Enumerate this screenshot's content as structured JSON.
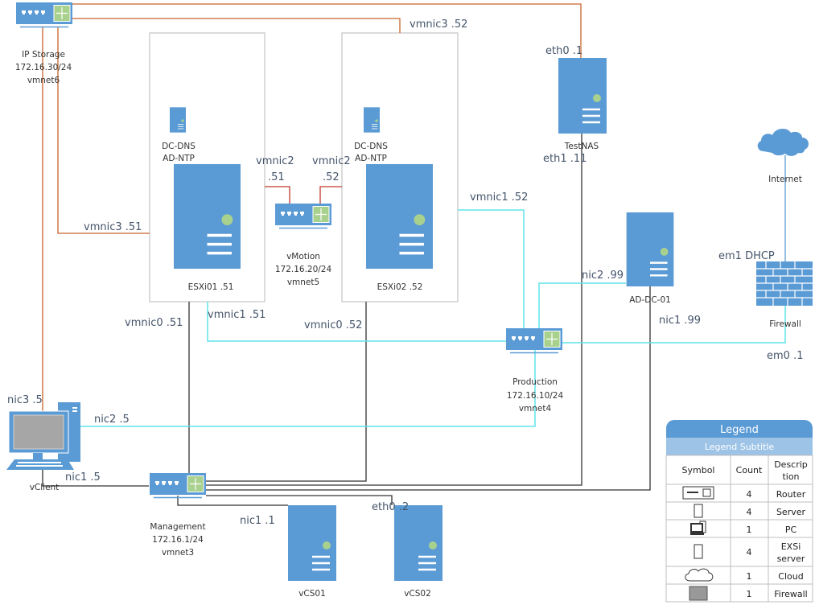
{
  "colors": {
    "device_blue": "#5b9bd5",
    "router_green": "#a9d18e",
    "storage_link": "#c8652a",
    "production_link": "#5fe3e8",
    "management_link": "#333333",
    "vmotion_link": "#c0392b"
  },
  "networks": {
    "ip_storage": {
      "name": "IP Storage",
      "subnet": "172.16.30/24",
      "vmnet": "vmnet6"
    },
    "vmotion": {
      "name": "vMotion",
      "subnet": "172.16.20/24",
      "vmnet": "vmnet5"
    },
    "production": {
      "name": "Production",
      "subnet": "172.16.10/24",
      "vmnet": "vmnet4"
    },
    "management": {
      "name": "Management",
      "subnet": "172.16.1/24",
      "vmnet": "vmnet3"
    }
  },
  "hosts": {
    "esxi01": {
      "name": "ESXi01 .51",
      "vm_line1": "DC-DNS",
      "vm_line2": "AD-NTP",
      "vmnic0": "vmnic0 .51",
      "vmnic1": "vmnic1 .51",
      "vmnic2": "vmnic2",
      "vmnic2_ip": ".51",
      "vmnic3": "vmnic3 .51"
    },
    "esxi02": {
      "name": "ESXi02 .52",
      "vm_line1": "DC-DNS",
      "vm_line2": "AD-NTP",
      "vmnic0": "vmnic0 .52",
      "vmnic1": "vmnic1 .52",
      "vmnic2": "vmnic2",
      "vmnic2_ip": ".52",
      "vmnic3": "vmnic3 .52"
    },
    "testnas": {
      "name": "TestNAS",
      "eth0": "eth0 .1",
      "eth1": "eth1 .11"
    },
    "addc": {
      "name": "AD-DC-01",
      "nic1": "nic1 .99",
      "nic2": "nic2 .99"
    },
    "internet": {
      "name": "Internet"
    },
    "firewall": {
      "name": "Firewall",
      "em0": "em0 .1",
      "em1": "em1 DHCP"
    },
    "vclient": {
      "name": "vClient",
      "nic1": "nic1 .5",
      "nic2": "nic2 .5",
      "nic3": "nic3 .5"
    },
    "vcs01": {
      "name": "vCS01",
      "nic1": "nic1 .1"
    },
    "vcs02": {
      "name": "vCS02",
      "eth0": "eth0 .2"
    }
  },
  "legend": {
    "title": "Legend",
    "subtitle": "Legend Subtitle",
    "headers": [
      "Symbol",
      "Count",
      "Descrip",
      "tion"
    ],
    "rows": [
      {
        "icon": "router-icon",
        "count": "4",
        "desc1": "Router",
        "desc2": ""
      },
      {
        "icon": "server-icon",
        "count": "4",
        "desc1": "Server",
        "desc2": ""
      },
      {
        "icon": "pc-icon",
        "count": "1",
        "desc1": "PC",
        "desc2": ""
      },
      {
        "icon": "esxi-server-icon",
        "count": "4",
        "desc1": "EXSi",
        "desc2": "server"
      },
      {
        "icon": "cloud-icon",
        "count": "1",
        "desc1": "Cloud",
        "desc2": ""
      },
      {
        "icon": "firewall-icon",
        "count": "1",
        "desc1": "Firewall",
        "desc2": ""
      }
    ]
  }
}
